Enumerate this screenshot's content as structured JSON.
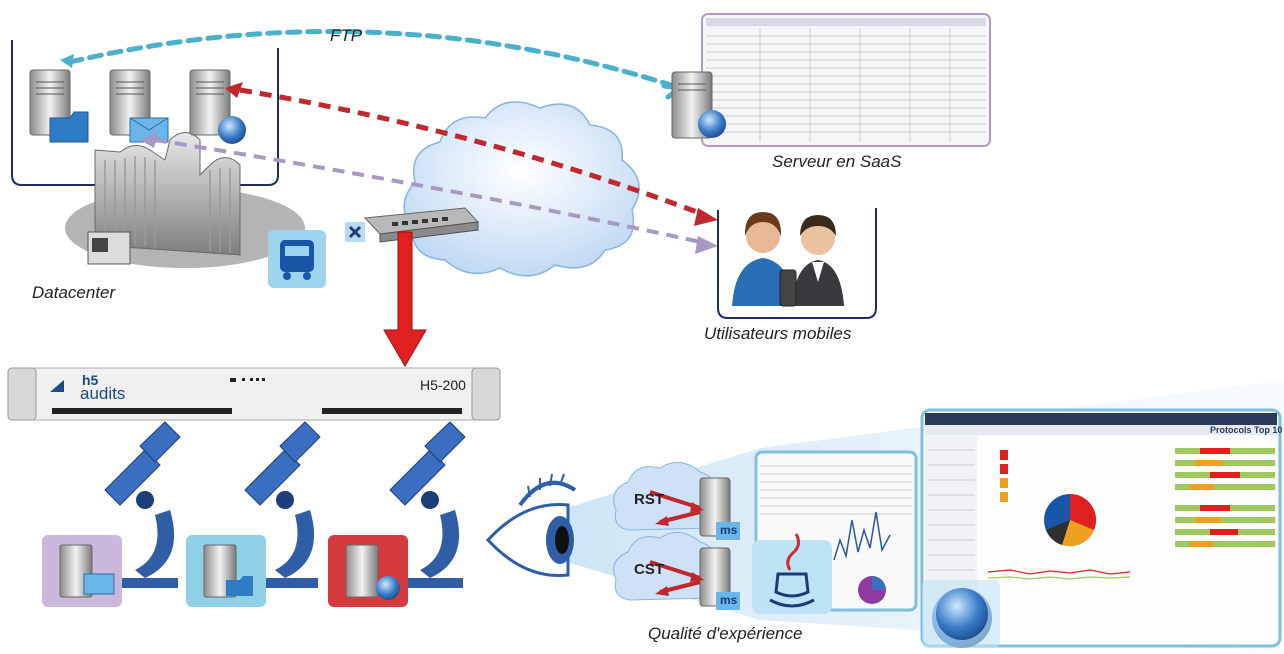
{
  "labels": {
    "ftp": "FTP",
    "datacenter": "Datacenter",
    "saas": "Serveur en SaaS",
    "mobile_users": "Utilisateurs mobiles",
    "qoe": "Qualité d'expérience"
  },
  "appliance": {
    "brand_top": "h5",
    "brand_bottom": "audits",
    "model": "H5-200"
  },
  "qoe_metrics": {
    "rst": "RST",
    "cst": "CST",
    "unit": "ms"
  },
  "dashboard": {
    "title": "Protocols Top 10"
  },
  "colors": {
    "ftp_flow": "#4ab0cc",
    "red_flow": "#c0282e",
    "purple_flow": "#a898c4",
    "tap_arrow": "#e02020",
    "microscope": "#2f5ea6",
    "cloud": "#d6e6f8"
  }
}
